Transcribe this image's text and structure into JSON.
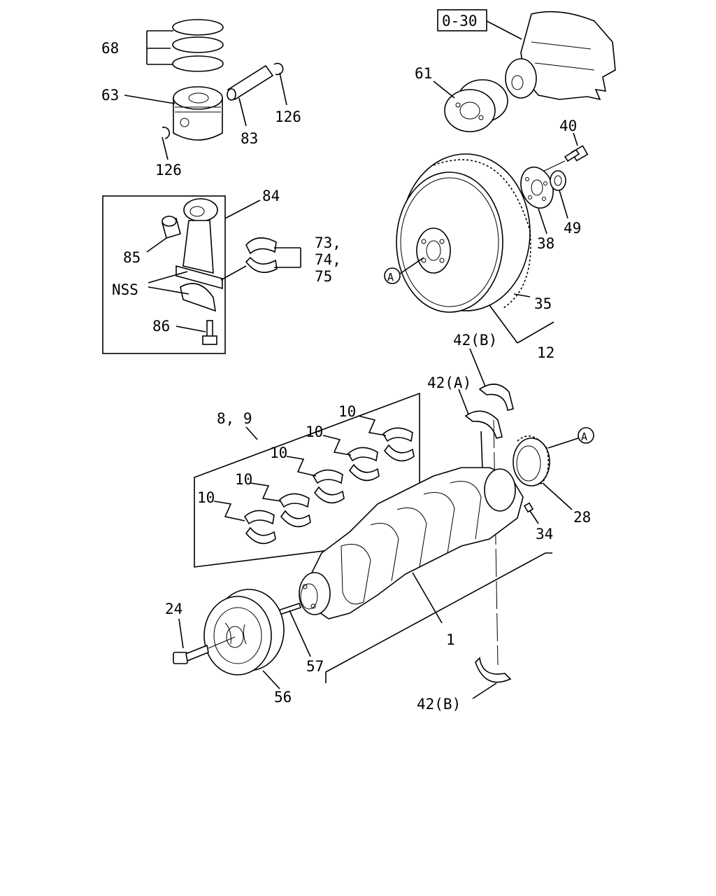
{
  "labels": {
    "l68": "68",
    "l63": "63",
    "l83": "83",
    "l126a": "126",
    "l126b": "126",
    "l84": "84",
    "l85": "85",
    "l73": "73,",
    "l74": "74,",
    "l75": "75",
    "lnss": "NSS",
    "l86": "86",
    "l030": "0-30",
    "l61": "61",
    "l40": "40",
    "l49": "49",
    "l38": "38",
    "l35": "35",
    "l12": "12",
    "la1": "A",
    "la2": "A",
    "l42b1": "42(B)",
    "l42a": "42(A)",
    "l42b2": "42(B)",
    "l89": "8, 9",
    "l10a": "10",
    "l10b": "10",
    "l10c": "10",
    "l10d": "10",
    "l10e": "10",
    "l28": "28",
    "l34": "34",
    "l24": "24",
    "l57": "57",
    "l1": "1",
    "l56": "56"
  }
}
